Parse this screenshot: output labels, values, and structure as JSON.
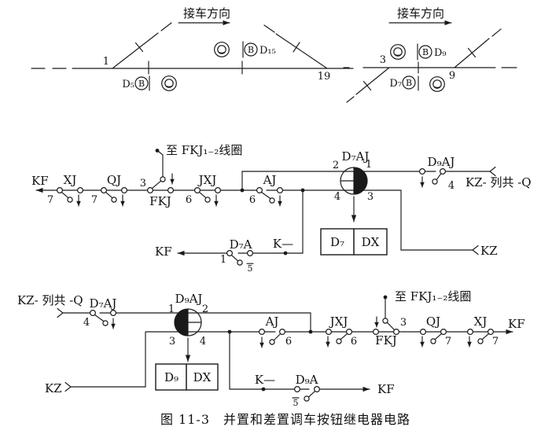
{
  "caption": "图 11-3　并置和差置调车按钮继电器电路",
  "track_left": {
    "direction": "接车方向",
    "switch_left": "1",
    "switch_right": "19",
    "button_upper": {
      "letter": "B",
      "name": "D₁₅"
    },
    "button_lower": {
      "letter": "B",
      "name": "D₅"
    }
  },
  "track_right": {
    "direction": "接车方向",
    "switch_left": "3",
    "switch_right": "9",
    "button_upper": {
      "letter": "B",
      "name": "D₉"
    },
    "button_lower": {
      "letter": "B",
      "name": "D₇"
    }
  },
  "circuit_top": {
    "kf_out": "KF",
    "xj": {
      "name": "XJ",
      "t": "7"
    },
    "qj": {
      "name": "QJ",
      "t": "7"
    },
    "fkj": {
      "name": "FKJ",
      "t": "3"
    },
    "coil": "至 FKJ₁₋₂线圈",
    "jxj": {
      "name": "JXJ",
      "t": "6"
    },
    "aj": {
      "name": "AJ",
      "t": "6"
    },
    "btn": {
      "name": "D₇AJ",
      "t1": "1",
      "t2": "2",
      "t3": "3",
      "t4": "4"
    },
    "d9aj": {
      "name": "D₉AJ",
      "t": "4"
    },
    "kz_common": "KZ- 列共 -Q",
    "box": {
      "left": "D₇",
      "right": "DX"
    },
    "kz": "KZ",
    "k_minus": "K—",
    "d7a": {
      "name": "D₇A",
      "t1": "1",
      "t5": "5"
    },
    "kf_btn": "KF"
  },
  "circuit_bottom": {
    "kz_common": "KZ- 列共 -Q",
    "d7aj": {
      "name": "D₇AJ",
      "t": "4"
    },
    "btn": {
      "name": "D₉AJ",
      "t1": "1",
      "t2": "2",
      "t3": "3",
      "t4": "4"
    },
    "aj": {
      "name": "AJ",
      "t": "6"
    },
    "jxj": {
      "name": "JXJ",
      "t": "6"
    },
    "fkj": {
      "name": "FKJ",
      "t": "3"
    },
    "coil": "至 FKJ₁₋₂线圈",
    "qj": {
      "name": "QJ",
      "t": "7"
    },
    "xj": {
      "name": "XJ",
      "t": "7"
    },
    "kf_out": "KF",
    "box": {
      "left": "D₉",
      "right": "DX"
    },
    "kz": "KZ",
    "k_minus": "K—",
    "d9a": {
      "name": "D₉A",
      "t5": "5"
    },
    "kf_btn": "KF"
  },
  "colors": {
    "ink": "#1a1a1a",
    "background": "#ffffff"
  }
}
